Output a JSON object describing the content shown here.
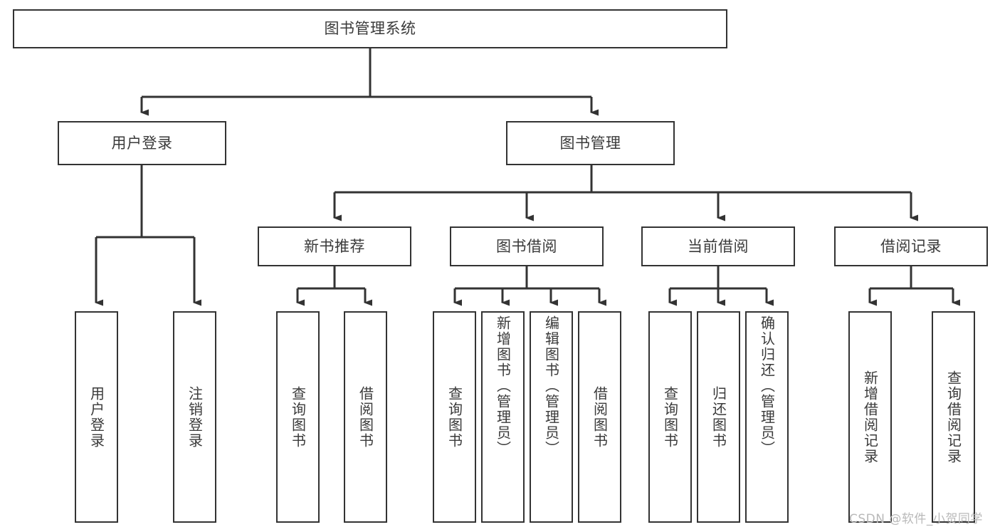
{
  "diagram": {
    "title": "图书管理系统",
    "type": "hierarchy-tree",
    "root": {
      "id": "root",
      "label": "图书管理系统"
    },
    "level2": [
      {
        "id": "user-login",
        "label": "用户登录"
      },
      {
        "id": "book-manage",
        "label": "图书管理"
      }
    ],
    "level3": [
      {
        "id": "new-book-recommend",
        "label": "新书推荐",
        "parent": "book-manage"
      },
      {
        "id": "book-borrow",
        "label": "图书借阅",
        "parent": "book-manage"
      },
      {
        "id": "current-borrow",
        "label": "当前借阅",
        "parent": "book-manage"
      },
      {
        "id": "borrow-record",
        "label": "借阅记录",
        "parent": "book-manage"
      }
    ],
    "leaves": [
      {
        "id": "leaf-user-login",
        "label": "用户登录",
        "parent": "user-login"
      },
      {
        "id": "leaf-user-logout",
        "label": "注销登录",
        "parent": "user-login"
      },
      {
        "id": "leaf-query-book-1",
        "label": "查询图书",
        "parent": "new-book-recommend"
      },
      {
        "id": "leaf-borrow-book-1",
        "label": "借阅图书",
        "parent": "new-book-recommend"
      },
      {
        "id": "leaf-query-book-2",
        "label": "查询图书",
        "parent": "book-borrow"
      },
      {
        "id": "leaf-add-book",
        "label": "新增图书（管理员）",
        "parent": "book-borrow"
      },
      {
        "id": "leaf-edit-book",
        "label": "编辑图书（管理员）",
        "parent": "book-borrow"
      },
      {
        "id": "leaf-borrow-book-2",
        "label": "借阅图书",
        "parent": "book-borrow"
      },
      {
        "id": "leaf-query-book-3",
        "label": "查询图书",
        "parent": "current-borrow"
      },
      {
        "id": "leaf-return-book",
        "label": "归还图书",
        "parent": "current-borrow"
      },
      {
        "id": "leaf-confirm-return",
        "label": "确认归还（管理员）",
        "parent": "current-borrow"
      },
      {
        "id": "leaf-add-record",
        "label": "新增借阅记录",
        "parent": "borrow-record"
      },
      {
        "id": "leaf-query-record",
        "label": "查询借阅记录",
        "parent": "borrow-record"
      }
    ]
  },
  "watermark": {
    "text": "CSDN @软件_小贺同学"
  },
  "colors": {
    "box_border": "#333333",
    "box_fill": "#ffffff",
    "text": "#3a3a3a",
    "connector": "#333333",
    "watermark": "#b9b9b9",
    "background": "#ffffff"
  }
}
